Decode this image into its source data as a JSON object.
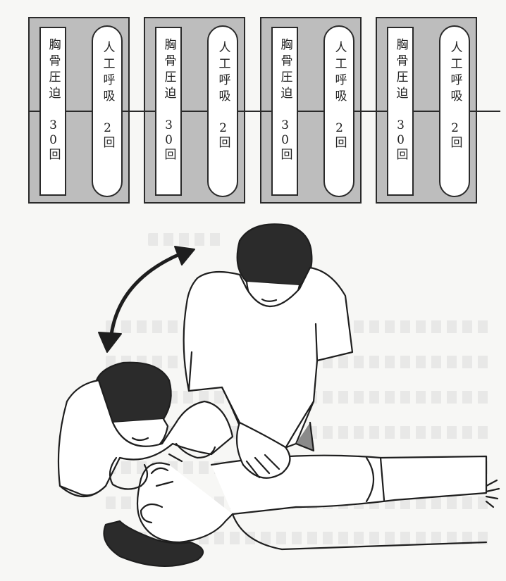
{
  "cycle": {
    "compression_label": "胸骨圧迫",
    "compression_count": "30回",
    "ventilation_label": "人工呼吸",
    "ventilation_count": "2回"
  }
}
